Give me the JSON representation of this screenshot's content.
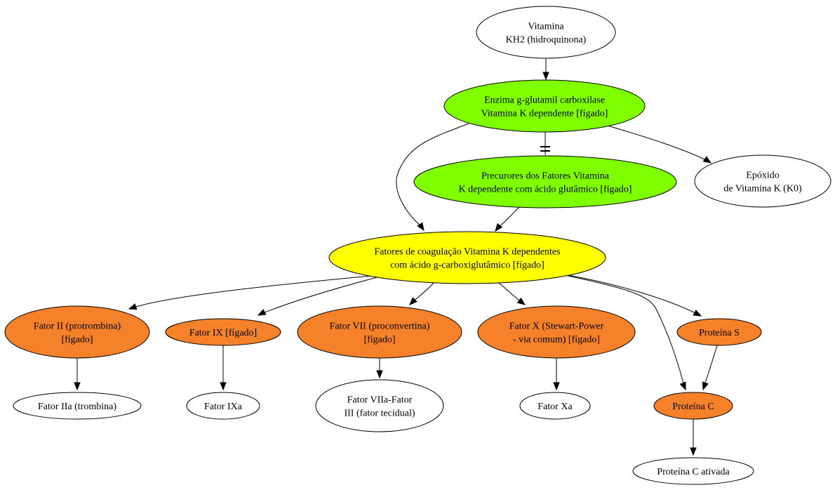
{
  "colors": {
    "green": "#7fff00",
    "yellow": "#ffff00",
    "orange": "#f5812a",
    "white": "#ffffff"
  },
  "nodes": {
    "vitamina_kh2": {
      "lines": [
        "Vitamina",
        "KH2 (hidroquinona)"
      ],
      "fill": "white"
    },
    "enzima": {
      "lines": [
        "Enzima g-glutamil carboxilase",
        "Vitamina K dependente [fígado]"
      ],
      "fill": "green"
    },
    "precursores": {
      "lines": [
        "Precurores dos Fatores Vitamina",
        "K dependente com ácido glutâmico [fígado]"
      ],
      "fill": "green"
    },
    "epoxido": {
      "lines": [
        "Epóxido",
        "de Vitamina K (K0)"
      ],
      "fill": "white"
    },
    "fatores": {
      "lines": [
        "Fatores de coagulação Vitamina K dependentes",
        "com ácido g-carboxiglutâmico [fígado]"
      ],
      "fill": "yellow"
    },
    "fator_ii": {
      "lines": [
        "Fator II (protrombina)",
        "[fígado]"
      ],
      "fill": "orange"
    },
    "fator_ix": {
      "lines": [
        "Fator IX [fígado]"
      ],
      "fill": "orange"
    },
    "fator_vii": {
      "lines": [
        "Fator VII (proconvertina)",
        "[fígado]"
      ],
      "fill": "orange"
    },
    "fator_x": {
      "lines": [
        "Fator X (Stewart-Power",
        "- via comum) [fígado]"
      ],
      "fill": "orange"
    },
    "proteina_s": {
      "lines": [
        "Proteína S"
      ],
      "fill": "orange"
    },
    "fator_iia": {
      "lines": [
        "Fator IIa (trombina)"
      ],
      "fill": "white"
    },
    "fator_ixa": {
      "lines": [
        "Fator IXa"
      ],
      "fill": "white"
    },
    "fator_viia": {
      "lines": [
        "Fator VIIa-Fator",
        "III (fator tecidual)"
      ],
      "fill": "white"
    },
    "fator_xa": {
      "lines": [
        "Fator Xa"
      ],
      "fill": "white"
    },
    "proteina_c": {
      "lines": [
        "Proteína C"
      ],
      "fill": "orange"
    },
    "proteina_c_ativada": {
      "lines": [
        "Proteína C ativada"
      ],
      "fill": "white"
    }
  },
  "edges": [
    {
      "from": "vitamina_kh2",
      "to": "enzima",
      "type": "arrow"
    },
    {
      "from": "enzima",
      "to": "precursores",
      "type": "inhibit"
    },
    {
      "from": "enzima",
      "to": "epoxido",
      "type": "arrow"
    },
    {
      "from": "enzima",
      "to": "fatores",
      "type": "arrow"
    },
    {
      "from": "precursores",
      "to": "fatores",
      "type": "arrow"
    },
    {
      "from": "fatores",
      "to": "fator_ii",
      "type": "arrow"
    },
    {
      "from": "fatores",
      "to": "fator_ix",
      "type": "arrow"
    },
    {
      "from": "fatores",
      "to": "fator_vii",
      "type": "arrow"
    },
    {
      "from": "fatores",
      "to": "fator_x",
      "type": "arrow"
    },
    {
      "from": "fatores",
      "to": "proteina_s",
      "type": "arrow"
    },
    {
      "from": "fatores",
      "to": "proteina_c",
      "type": "arrow"
    },
    {
      "from": "fator_ii",
      "to": "fator_iia",
      "type": "arrow"
    },
    {
      "from": "fator_ix",
      "to": "fator_ixa",
      "type": "arrow"
    },
    {
      "from": "fator_vii",
      "to": "fator_viia",
      "type": "arrow"
    },
    {
      "from": "fator_x",
      "to": "fator_xa",
      "type": "arrow"
    },
    {
      "from": "proteina_s",
      "to": "proteina_c",
      "type": "arrow"
    },
    {
      "from": "proteina_c",
      "to": "proteina_c_ativada",
      "type": "arrow"
    }
  ]
}
